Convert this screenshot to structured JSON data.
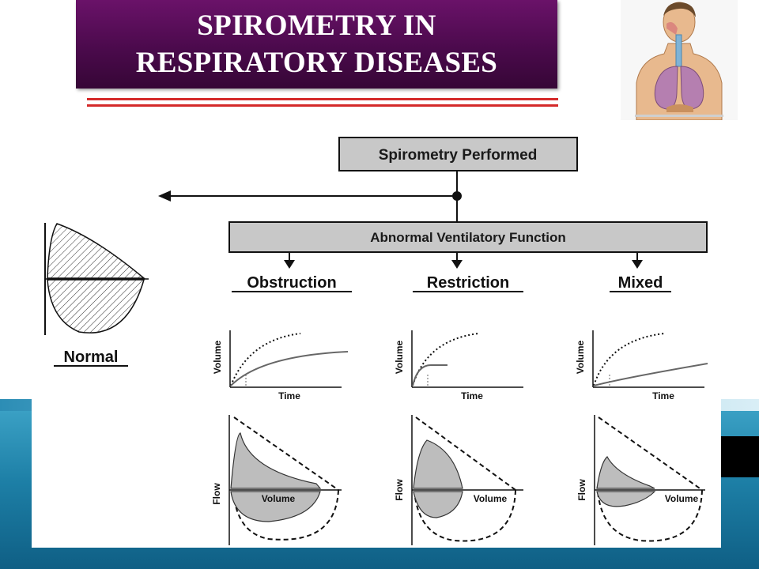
{
  "title": {
    "line1": "SPIROMETRY IN",
    "line2": "RESPIRATORY DISEASES"
  },
  "flowchart": {
    "root_box": "Spirometry Performed",
    "abnormal_box": "Abnormal Ventilatory Function",
    "normal_label": "Normal",
    "categories": [
      {
        "label": "Obstruction"
      },
      {
        "label": "Restriction"
      },
      {
        "label": "Mixed"
      }
    ]
  },
  "graph_labels": {
    "volume": "Volume",
    "time": "Time",
    "flow": "Flow"
  },
  "colors": {
    "title_bg": "#4b0a4c",
    "box_fill": "#c8c8c8",
    "curve_fill": "#bdbdbd",
    "accent_red": "#d42a2a"
  }
}
